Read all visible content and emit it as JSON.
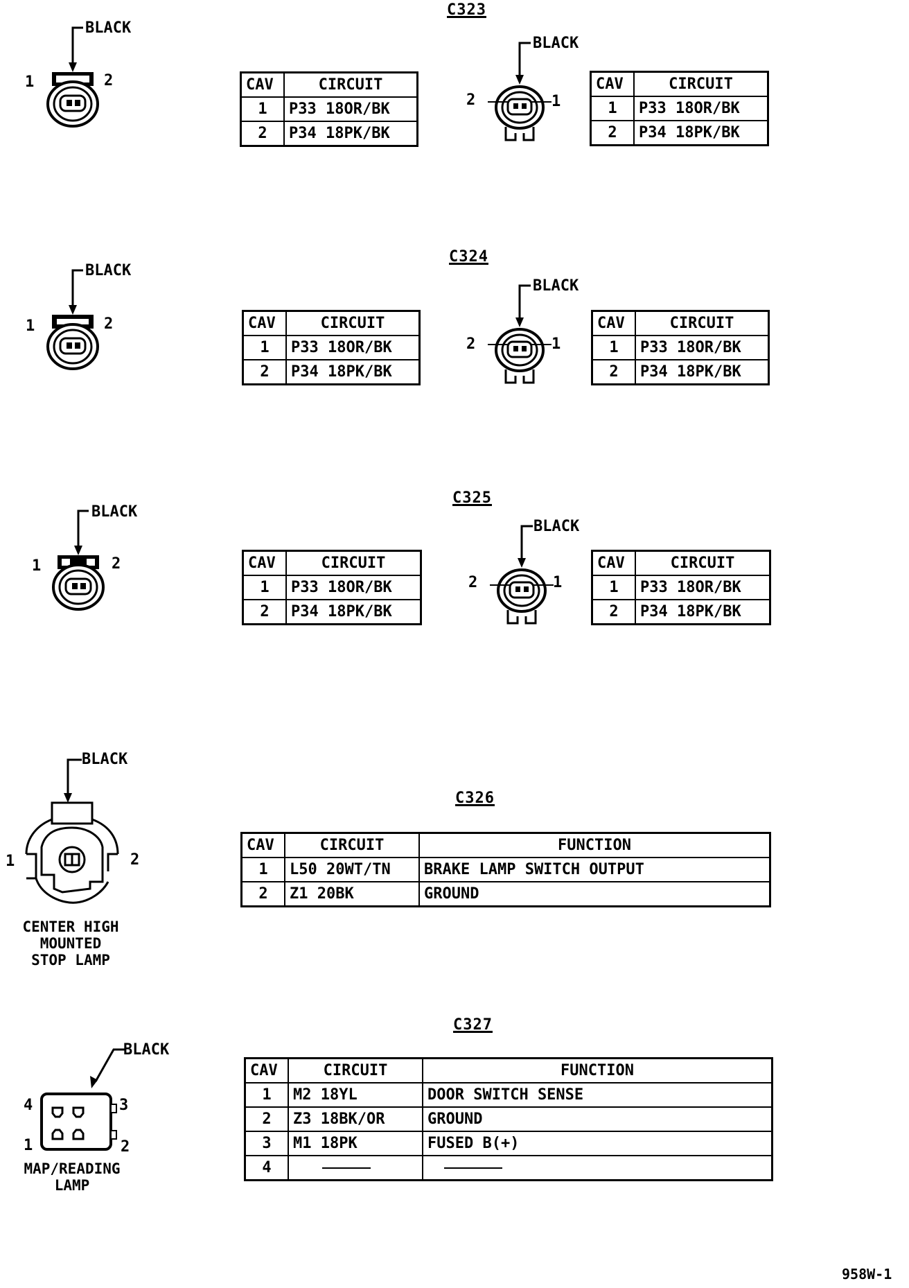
{
  "connectors": [
    {
      "id": "C323",
      "title": "C323",
      "left_color": "BLACK",
      "right_color": "BLACK",
      "pins_left": [
        "1",
        "2"
      ],
      "pins_right": [
        "2",
        "1"
      ],
      "header": [
        "CAV",
        "CIRCUIT"
      ],
      "rows": [
        [
          "1",
          "P33 18OR/BK"
        ],
        [
          "2",
          "P34 18PK/BK"
        ]
      ]
    },
    {
      "id": "C324",
      "title": "C324",
      "left_color": "BLACK",
      "right_color": "BLACK",
      "pins_left": [
        "1",
        "2"
      ],
      "pins_right": [
        "2",
        "1"
      ],
      "header": [
        "CAV",
        "CIRCUIT"
      ],
      "rows": [
        [
          "1",
          "P33 18OR/BK"
        ],
        [
          "2",
          "P34 18PK/BK"
        ]
      ]
    },
    {
      "id": "C325",
      "title": "C325",
      "left_color": "BLACK",
      "right_color": "BLACK",
      "pins_left": [
        "1",
        "2"
      ],
      "pins_right": [
        "2",
        "1"
      ],
      "header": [
        "CAV",
        "CIRCUIT"
      ],
      "rows": [
        [
          "1",
          "P33 18OR/BK"
        ],
        [
          "2",
          "P34 18PK/BK"
        ]
      ]
    }
  ],
  "c326": {
    "title": "C326",
    "color": "BLACK",
    "pins": [
      "1",
      "2"
    ],
    "caption": "CENTER HIGH\nMOUNTED\nSTOP LAMP",
    "header": [
      "CAV",
      "CIRCUIT",
      "FUNCTION"
    ],
    "rows": [
      [
        "1",
        "L50 20WT/TN",
        "BRAKE LAMP SWITCH OUTPUT"
      ],
      [
        "2",
        "Z1 20BK",
        "GROUND"
      ]
    ]
  },
  "c327": {
    "title": "C327",
    "color": "BLACK",
    "pins": [
      "4",
      "3",
      "1",
      "2"
    ],
    "caption": "MAP/READING\nLAMP",
    "header": [
      "CAV",
      "CIRCUIT",
      "FUNCTION"
    ],
    "rows": [
      [
        "1",
        "M2 18YL",
        "DOOR SWITCH SENSE"
      ],
      [
        "2",
        "Z3 18BK/OR",
        "GROUND"
      ],
      [
        "3",
        "M1 18PK",
        "FUSED B(+)"
      ],
      [
        "4",
        "",
        ""
      ]
    ]
  },
  "footer": {
    "code": "958W-1"
  }
}
